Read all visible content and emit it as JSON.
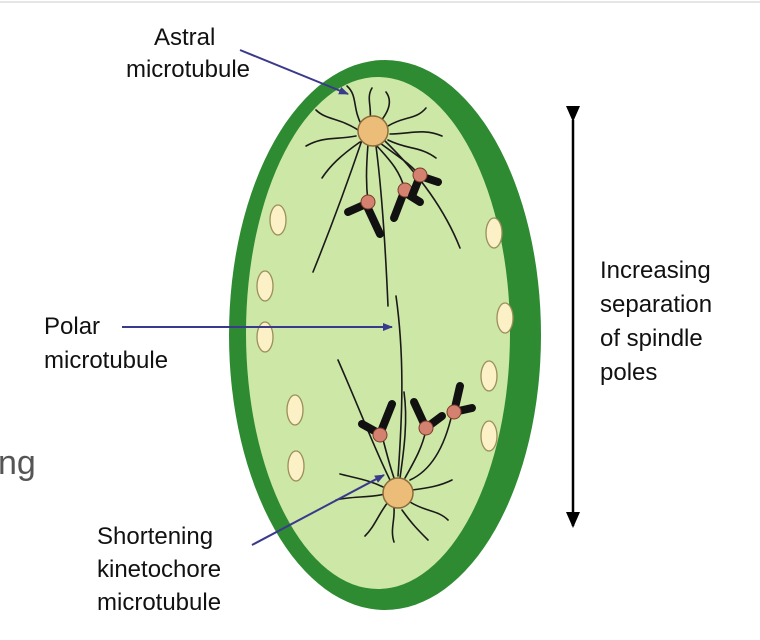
{
  "labels": {
    "astral": [
      "Astral",
      "microtubule"
    ],
    "polar": [
      "Polar",
      "microtubule"
    ],
    "kinetochore": [
      "Shortening",
      "kinetochore",
      "microtubule"
    ],
    "separation": [
      "Increasing",
      "separation",
      "of spindle",
      "poles"
    ],
    "fragment": "ng"
  },
  "colors": {
    "cell_outer": "#2e8b32",
    "cytoplasm": "#cde7a6",
    "pointer": "#3a3a8c",
    "pole": "#ecbd79",
    "kinetochore": "#d4826f"
  }
}
